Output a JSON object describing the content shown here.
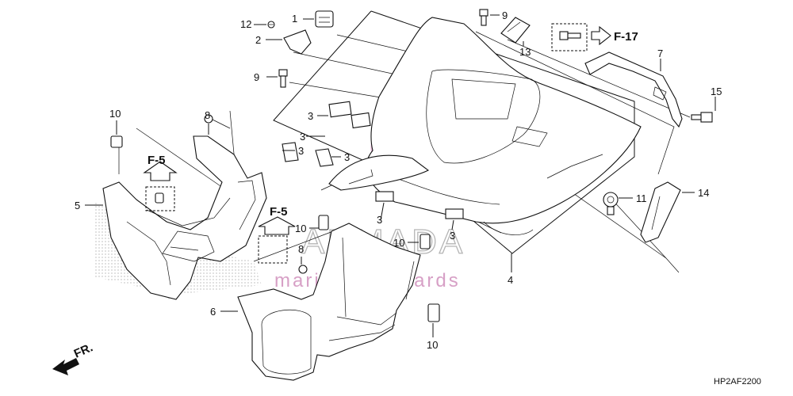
{
  "drawing_code": "HP2AF2200",
  "front_marker": "FR.",
  "watermark": {
    "brand": "ARMADA",
    "tagline": "marine outboards"
  },
  "references": {
    "f5_left": "F-5",
    "f5_center": "F-5",
    "f17": "F-17"
  },
  "callouts": {
    "c1": "1",
    "c2": "2",
    "c3a": "3",
    "c3b": "3",
    "c3c": "3",
    "c3d": "3",
    "c3e": "3",
    "c3f": "3",
    "c4": "4",
    "c5": "5",
    "c6": "6",
    "c7": "7",
    "c8a": "8",
    "c8b": "8",
    "c9a": "9",
    "c9b": "9",
    "c10a": "10",
    "c10b": "10",
    "c10c": "10",
    "c10d": "10",
    "c11": "11",
    "c12": "12",
    "c13": "13",
    "c14": "14",
    "c15": "15"
  },
  "colors": {
    "line": "#111111",
    "watermark_pink": "#d7a0c6",
    "watermark_gray": "#b5b5b5",
    "stipple": "#8a8a8a"
  }
}
